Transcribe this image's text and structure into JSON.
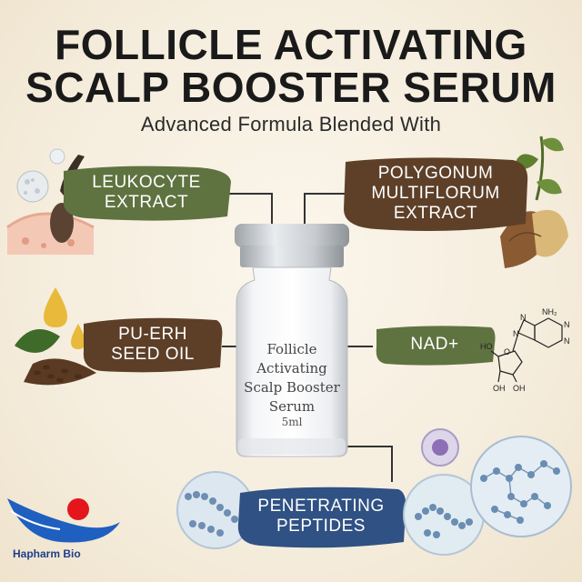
{
  "title_line1": "FOLLICLE ACTIVATING",
  "title_line2": "SCALP BOOSTER SERUM",
  "subtitle": "Advanced Formula Blended With",
  "ingredients": [
    {
      "label": "LEUKOCYTE\nEXTRACT",
      "color": "#5f7340"
    },
    {
      "label": "POLYGONUM\nMULTIFLORUM\nEXTRACT",
      "color": "#5e4029"
    },
    {
      "label": "PU-ERH\nSEED OIL",
      "color": "#5d3f28"
    },
    {
      "label": "NAD+",
      "color": "#5f7340"
    },
    {
      "label": "PENETRATING\nPEPTIDES",
      "color": "#2f5183"
    }
  ],
  "vial": {
    "label": "Follicle Activating\nScalp Booster\nSerum",
    "volume": "5ml"
  },
  "molecule": {
    "labels": [
      "NH₂",
      "N",
      "N",
      "N",
      "N",
      "HO",
      "O",
      "OH",
      "OH"
    ]
  },
  "brand": {
    "name": "Hapharm Bio",
    "colors": {
      "blue": "#1f5fbf",
      "red": "#e4161c"
    }
  }
}
